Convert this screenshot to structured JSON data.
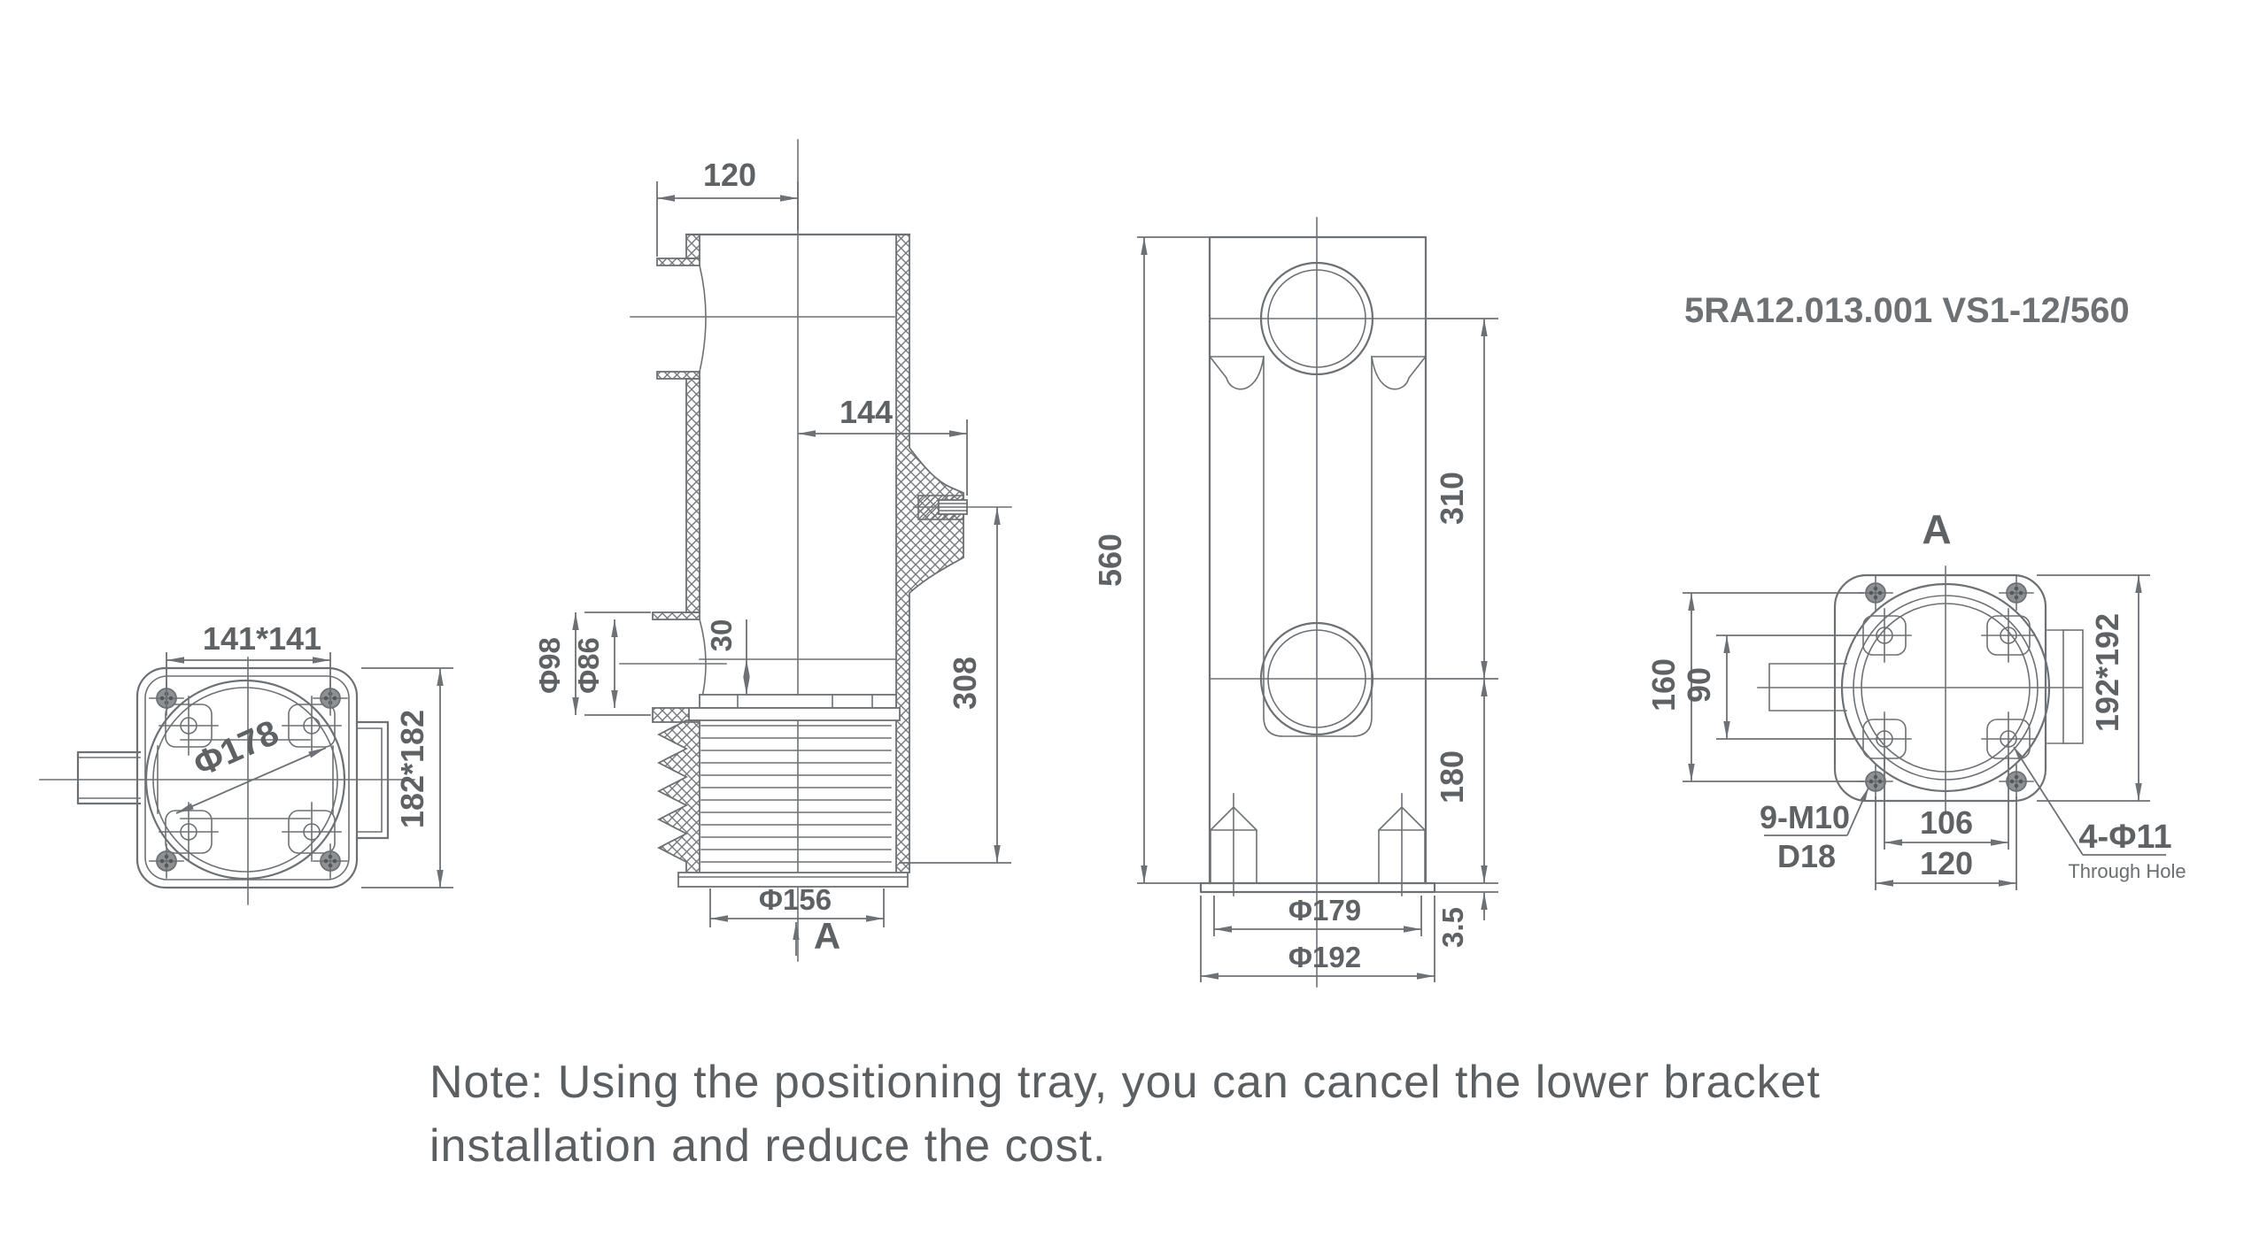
{
  "title": "5RA12.013.001 VS1-12/560",
  "note": {
    "line1": "Note: Using the positioning tray, you can cancel the lower bracket",
    "line2": "installation and reduce the cost."
  },
  "views": {
    "bottom": {
      "dim_bolt_square": "141*141",
      "dim_flange_square": "182*182",
      "dim_circle": "Φ178"
    },
    "section": {
      "dim_top": "120",
      "dim_insert": "144",
      "dim_step": "30",
      "dim_port_outer": "Φ98",
      "dim_port_inner": "Φ86",
      "dim_bottom": "Φ156",
      "dim_height": "308",
      "view_arrow": "A"
    },
    "front": {
      "dim_total_height": "560",
      "dim_upper": "310",
      "dim_lower": "180",
      "dim_plate_thickness": "3.5",
      "dim_dia_inner": "Φ179",
      "dim_dia_outer": "Φ192"
    },
    "top": {
      "label": "A",
      "dim_outer": "160",
      "dim_inner": "90",
      "dim_square": "192*192",
      "dim_holes_inner": "106",
      "dim_holes_outer": "120",
      "thread_spec": "9-M10",
      "thread_depth": "D18",
      "hole_spec": "4-Φ11",
      "hole_spec_note": "Through Hole"
    }
  }
}
